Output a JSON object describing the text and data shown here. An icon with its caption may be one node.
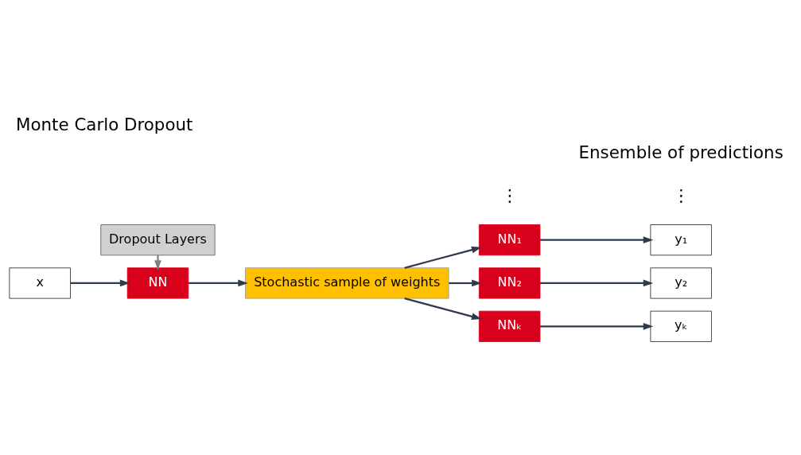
{
  "diagram": {
    "title": "Monte Carlo Dropout",
    "nodes": [
      {
        "text": [
          "x"
        ]
      },
      {
        "text": [
          "NN"
        ]
      },
      {
        "text": [
          "Dropout Layers"
        ]
      },
      {
        "text": [
          "Stochastic sample of weights"
        ]
      },
      {
        "text": [
          "NN₁"
        ]
      },
      {
        "text": [
          "NN₂"
        ]
      },
      {
        "text": [
          "NNₖ"
        ]
      },
      {
        "text": [
          "y₁"
        ]
      },
      {
        "text": [
          "y₂"
        ]
      },
      {
        "text": [
          "yₖ"
        ]
      }
    ],
    "edges": [
      {
        "from": 0,
        "to": 1,
        "arrow": "to"
      },
      {
        "from": 2,
        "to": 1,
        "arrow": "to",
        "color": "#808080"
      },
      {
        "from": 1,
        "to": 3,
        "arrow": "to"
      },
      {
        "from": 3,
        "to": 4,
        "arrow": "to"
      },
      {
        "from": 3,
        "to": 5,
        "arrow": "to"
      },
      {
        "from": 3,
        "to": 6,
        "arrow": "to"
      },
      {
        "from": 4,
        "to": 7,
        "arrow": "to"
      },
      {
        "from": 5,
        "to": 8,
        "arrow": "to"
      },
      {
        "from": 6,
        "to": 9,
        "arrow": "to"
      }
    ],
    "labels": [
      "⋮",
      "⋮",
      "Ensemble of predictions"
    ]
  }
}
